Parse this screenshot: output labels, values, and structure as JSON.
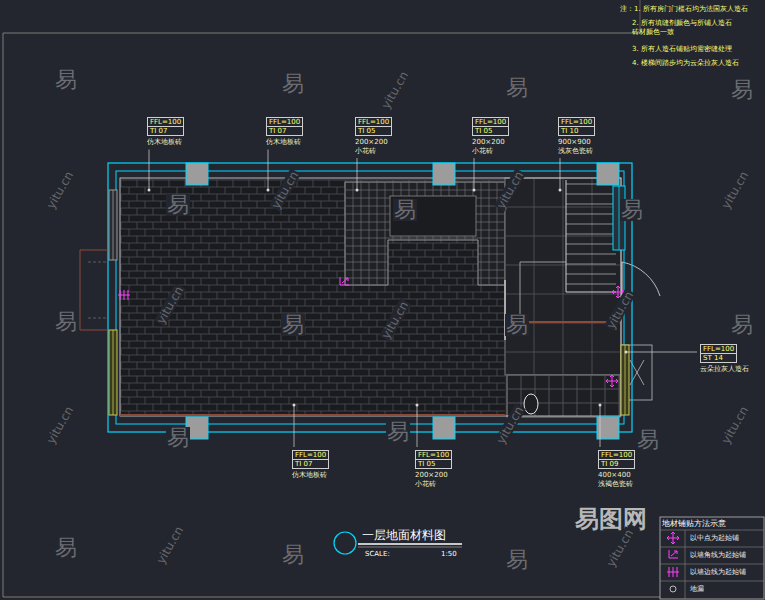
{
  "diagram": {
    "title": "一层地面材料图",
    "nodes": [
      {
        "text": [
          "FFL=100",
          "TI 07",
          "仿木地板砖"
        ]
      },
      {
        "text": [
          "FFL=100",
          "TI 07",
          "仿木地板砖"
        ]
      },
      {
        "text": [
          "FFL=100",
          "TI 05",
          "200×200 小花砖"
        ]
      },
      {
        "text": [
          "FFL=100",
          "TI 05",
          "200×200 小花砖"
        ]
      },
      {
        "text": [
          "FFL=100",
          "TI 10",
          "900×900 浅灰色瓷砖"
        ]
      },
      {
        "text": [
          "FFL=100",
          "ST 14",
          "云朵拉灰人造石"
        ]
      },
      {
        "text": [
          "FFL=100",
          "TI 07",
          "仿木地板砖"
        ]
      },
      {
        "text": [
          "FFL=100",
          "TI 05",
          "200×200 小花砖"
        ]
      },
      {
        "text": [
          "FFL=100",
          "TI 09",
          "400×400 浅褐色瓷砖"
        ]
      }
    ],
    "labels": [
      "注：1. 所有房门门槛石均为法国灰人造石",
      "2. 所有填缝剂颜色与所铺人造石 砖材颜色一致",
      "3. 所有人造石铺贴均需密缝处理",
      "4. 楼梯间踏步均为云朵拉灰人造石",
      "SCALE:",
      "1:50",
      "地材铺贴方法示意",
      "易图网",
      "易",
      "易",
      "易",
      "易",
      "易",
      "易",
      "易",
      "易",
      "易",
      "易",
      "易",
      "易",
      "易",
      "易",
      "易",
      "易",
      "易",
      "yitu.cn",
      "yitu.cn",
      "yitu.cn",
      "yitu.cn",
      "yitu.cn",
      "yitu.cn",
      "yitu.cn",
      "yitu.cn",
      "yitu.cn",
      "yitu.cn",
      "yitu.cn",
      "yitu.cn",
      "yitu.cn"
    ],
    "legend": [
      {
        "text": "以中点为起始铺"
      },
      {
        "text": "以墙角线为起始铺"
      },
      {
        "text": "以墙边线为起始铺"
      },
      {
        "text": "地漏"
      }
    ]
  }
}
